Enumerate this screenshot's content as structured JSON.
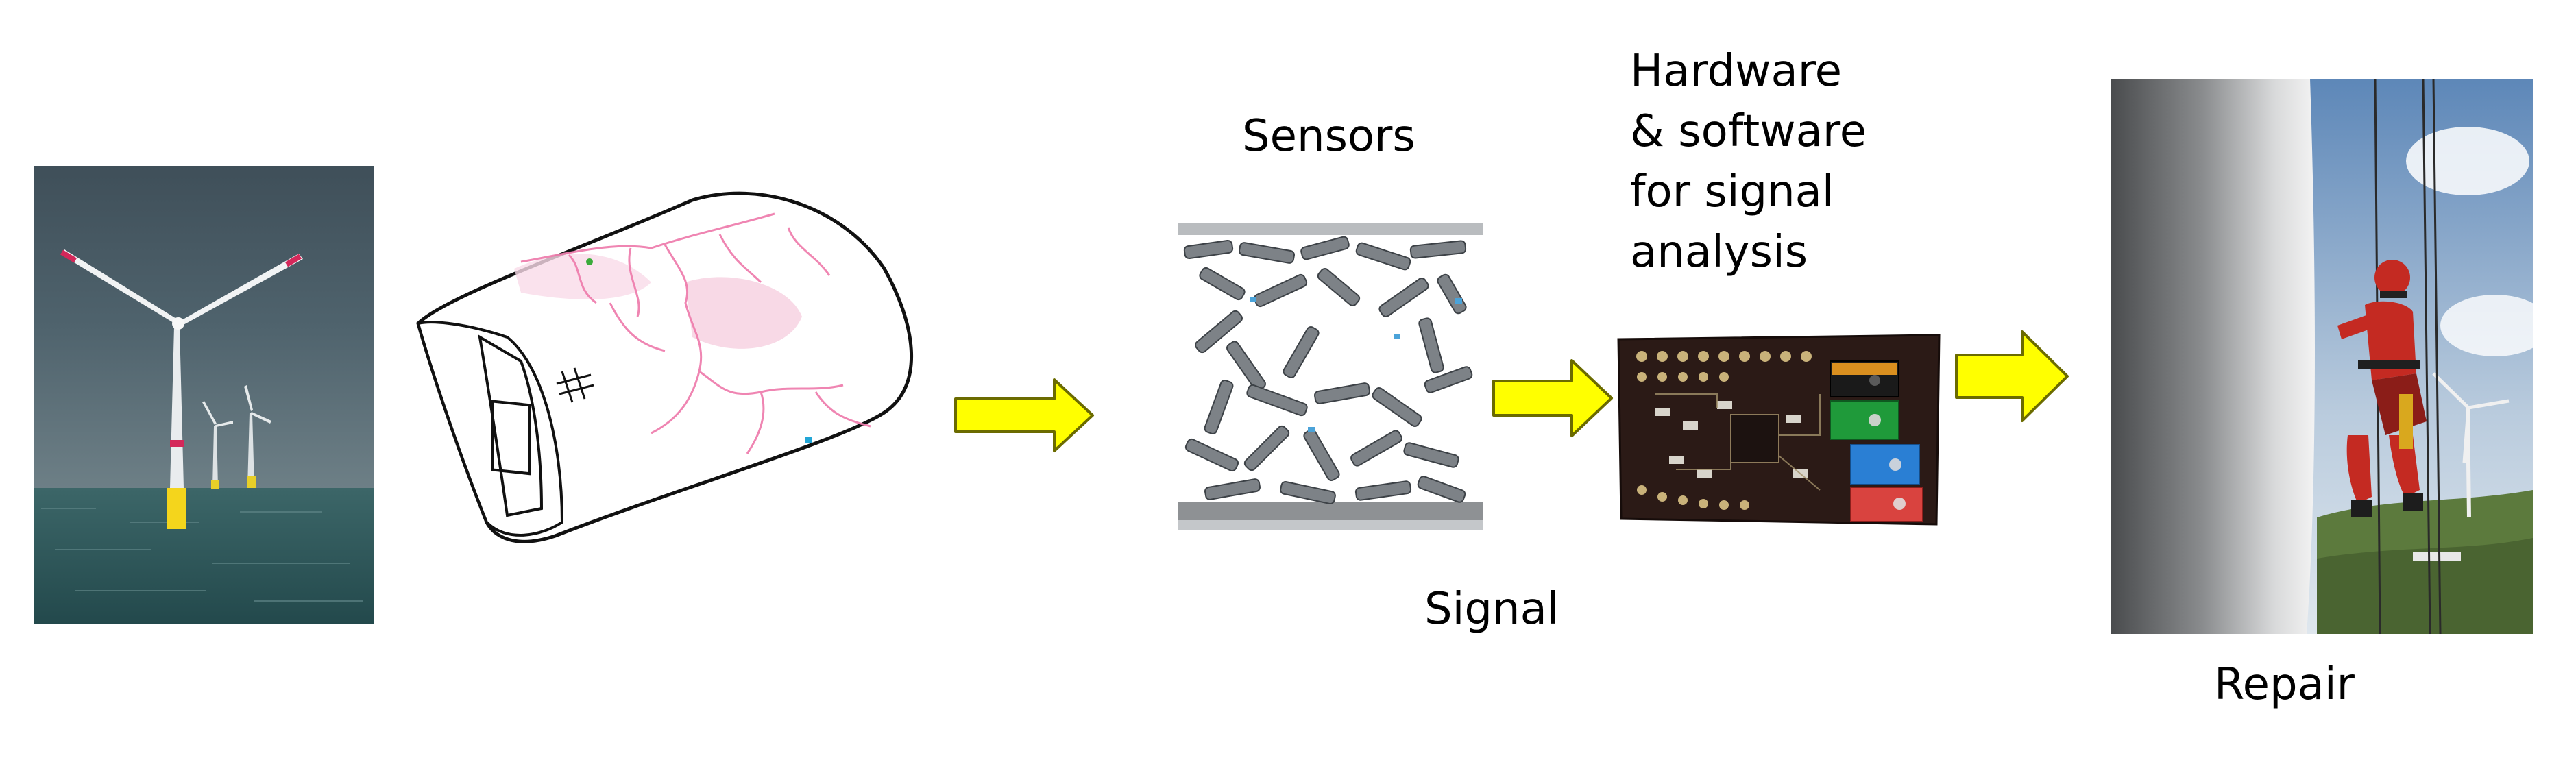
{
  "labels": {
    "sensors": "Sensors",
    "hardware_line1": "Hardware",
    "hardware_line2": "& software",
    "hardware_line3": "for signal",
    "hardware_line4": "analysis",
    "signal": "Signal",
    "repair": "Repair"
  },
  "colors": {
    "arrow_fill": "#ffff00",
    "arrow_stroke": "#6b6b00",
    "crack_pink": "#ef7fae",
    "pcb_board": "#2b1a16",
    "connector_green": "#1f9a3a",
    "connector_blue": "#2a7fd4",
    "connector_red": "#d9433f",
    "climber_red": "#c42a22"
  },
  "icons": {
    "wind_turbine_photo": "offshore-wind-turbine-photo",
    "blade_sketch": "blade-cross-section-sketch",
    "sensor_network": "carbon-nanotube-sensor-network",
    "pcb": "circuit-board-photo",
    "repair_photo": "rope-access-technician-photo"
  }
}
